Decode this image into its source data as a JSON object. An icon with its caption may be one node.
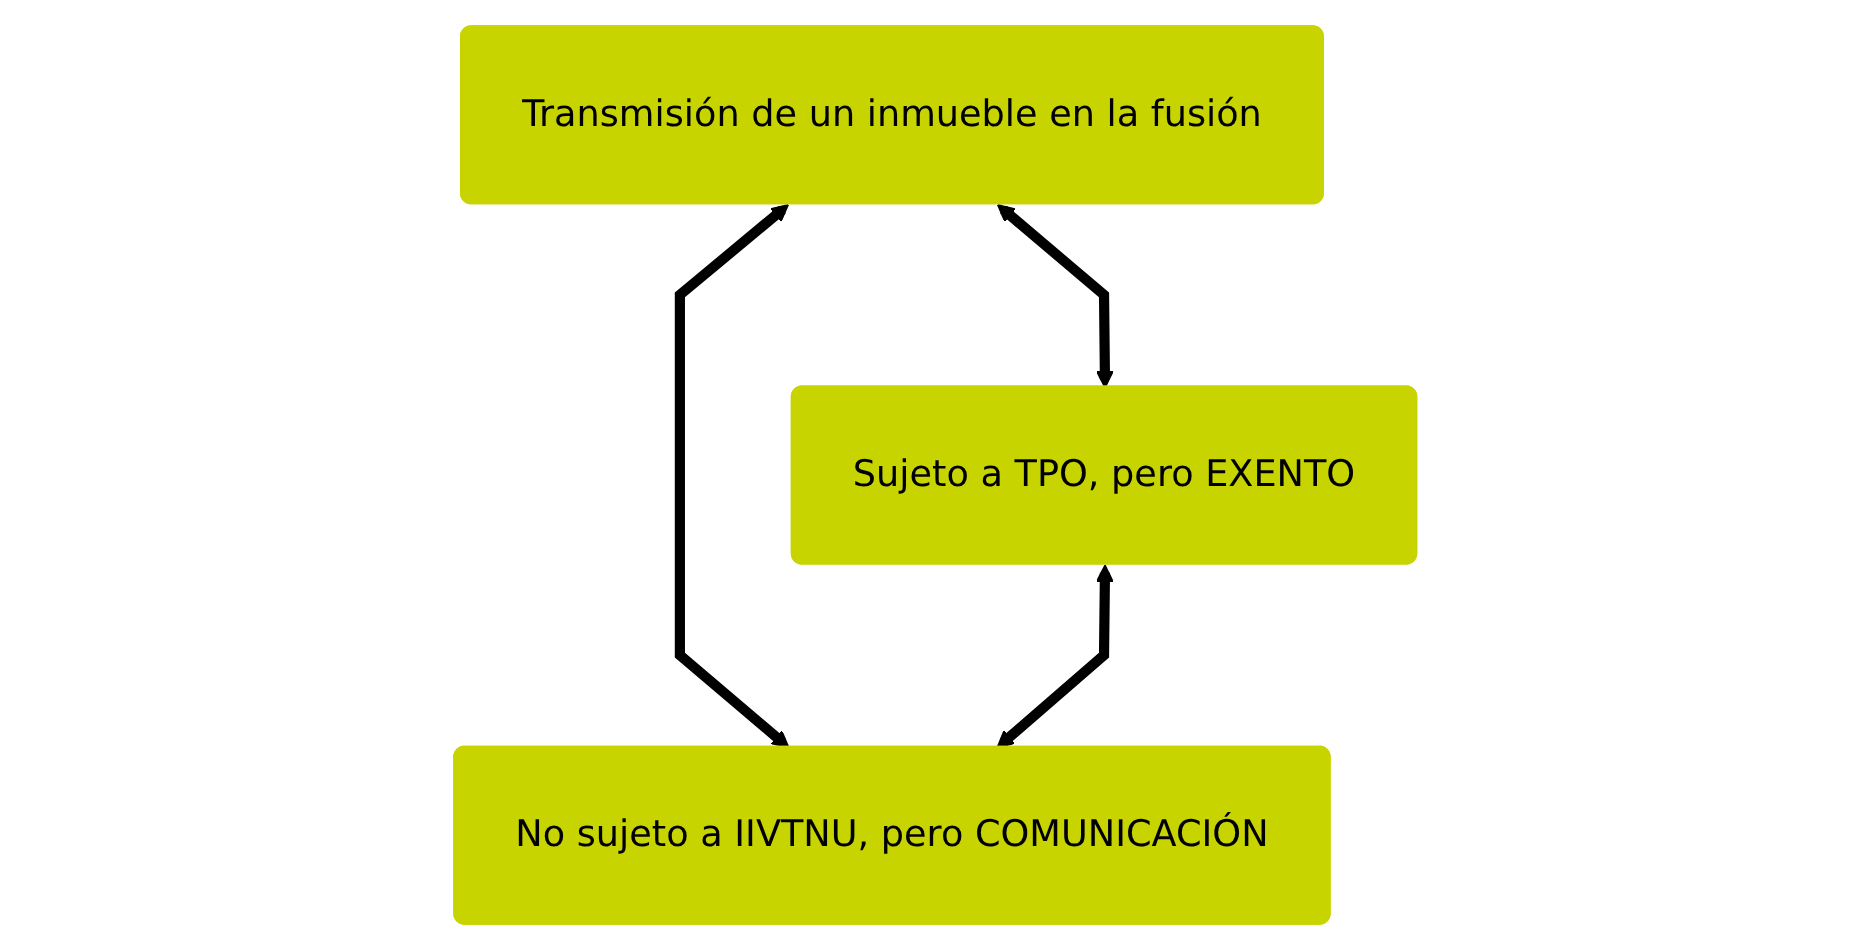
{
  "diagram": {
    "nodes": [
      {
        "text": [
          "Transmisión de un inmueble en la fusión"
        ]
      },
      {
        "text": [
          "Sujeto a TPO, pero EXENTO"
        ]
      },
      {
        "text": [
          "No sujeto a IIVTNU, pero COMUNICACIÓN"
        ]
      }
    ],
    "edges": [
      {
        "from": 0,
        "to": 1,
        "arrow": "both"
      },
      {
        "from": 0,
        "to": 2,
        "arrow": "both"
      },
      {
        "from": 1,
        "to": 2,
        "arrow": "both"
      }
    ]
  }
}
